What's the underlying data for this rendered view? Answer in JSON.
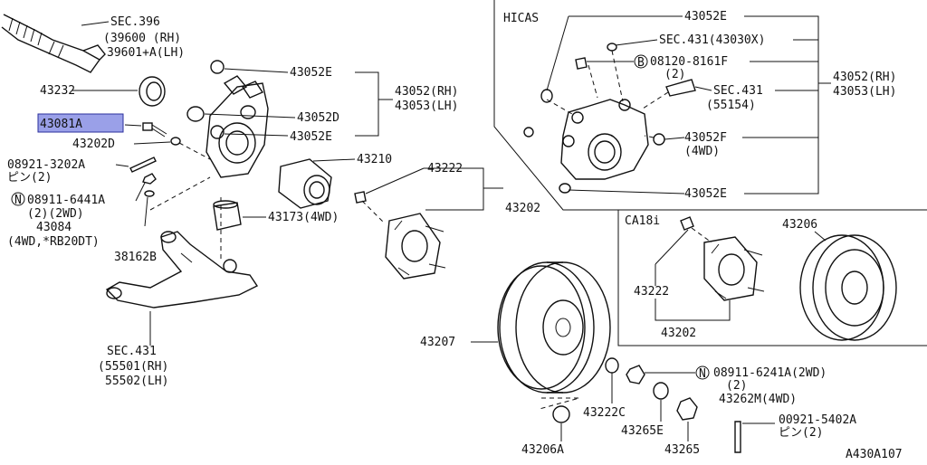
{
  "diagram_code": "A430A107",
  "highlighted_part": "43081A",
  "colors": {
    "highlight_fill": "#9aa0e8",
    "highlight_border": "#2b2f9c",
    "line": "#111111"
  },
  "labels": {
    "sec396": "SEC.396",
    "sec396_rh": "(39600  (RH)",
    "sec396_lh": "39601+A(LH)",
    "p43232": "43232",
    "p43081a": "43081A",
    "p43202d": "43202D",
    "pin08921": "08921-3202A",
    "pin08921_q": "ピン(2)",
    "nut08911": "08911-6441A",
    "nut08911_q": "(2)(2WD)",
    "p43084": "43084",
    "p43084_note": "(4WD,*RB20DT)",
    "p38162b": "38162B",
    "sec431_a": "SEC.431",
    "sec431_rh": "(55501(RH)",
    "sec431_lh": "55502(LH)",
    "p43052e_top": "43052E",
    "p43052_rh": "43052(RH)",
    "p43053_lh": "43053(LH)",
    "p43052d": "43052D",
    "p43052e_mid": "43052E",
    "p43210": "43210",
    "p43173": "43173(4WD)",
    "p43222": "43222",
    "p43202": "43202",
    "hicas": "HICAS",
    "h43052e_top": "43052E",
    "h_sec431_30": "SEC.431(43030X)",
    "h_bolt": "08120-8161F",
    "h_bolt_q": "(2)",
    "h_sec431": "SEC.431",
    "h_sec431_no": "(55154)",
    "h43052f": "43052F",
    "h43052f_q": "(4WD)",
    "h43052e_bot": "43052E",
    "h43052_rh": "43052(RH)",
    "h43053_lh": "43053(LH)",
    "ca18i": "CA18i",
    "c43206": "43206",
    "c43222": "43222",
    "c43202": "43202",
    "p43207": "43207",
    "p43222c": "43222C",
    "p43206a": "43206A",
    "p43265e": "43265E",
    "p43265": "43265",
    "nut08911b": "08911-6241A(2WD)",
    "nut08911b_q": "(2)",
    "p43262m": "43262M(4WD)",
    "pin00921": "00921-5402A",
    "pin00921_q": "ピン(2)",
    "n_mark": "N"
  }
}
